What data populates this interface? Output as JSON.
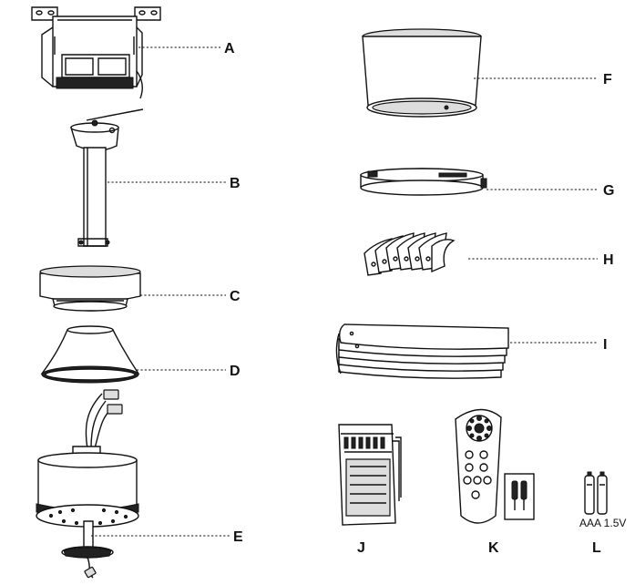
{
  "labels": {
    "a": "A",
    "b": "B",
    "c": "C",
    "d": "D",
    "e": "E",
    "f": "F",
    "g": "G",
    "h": "H",
    "i": "I",
    "j": "J",
    "k": "K",
    "l": "L"
  },
  "battery_note": "AAA 1.5V",
  "colors": {
    "ink": "#111111",
    "background": "#ffffff"
  }
}
